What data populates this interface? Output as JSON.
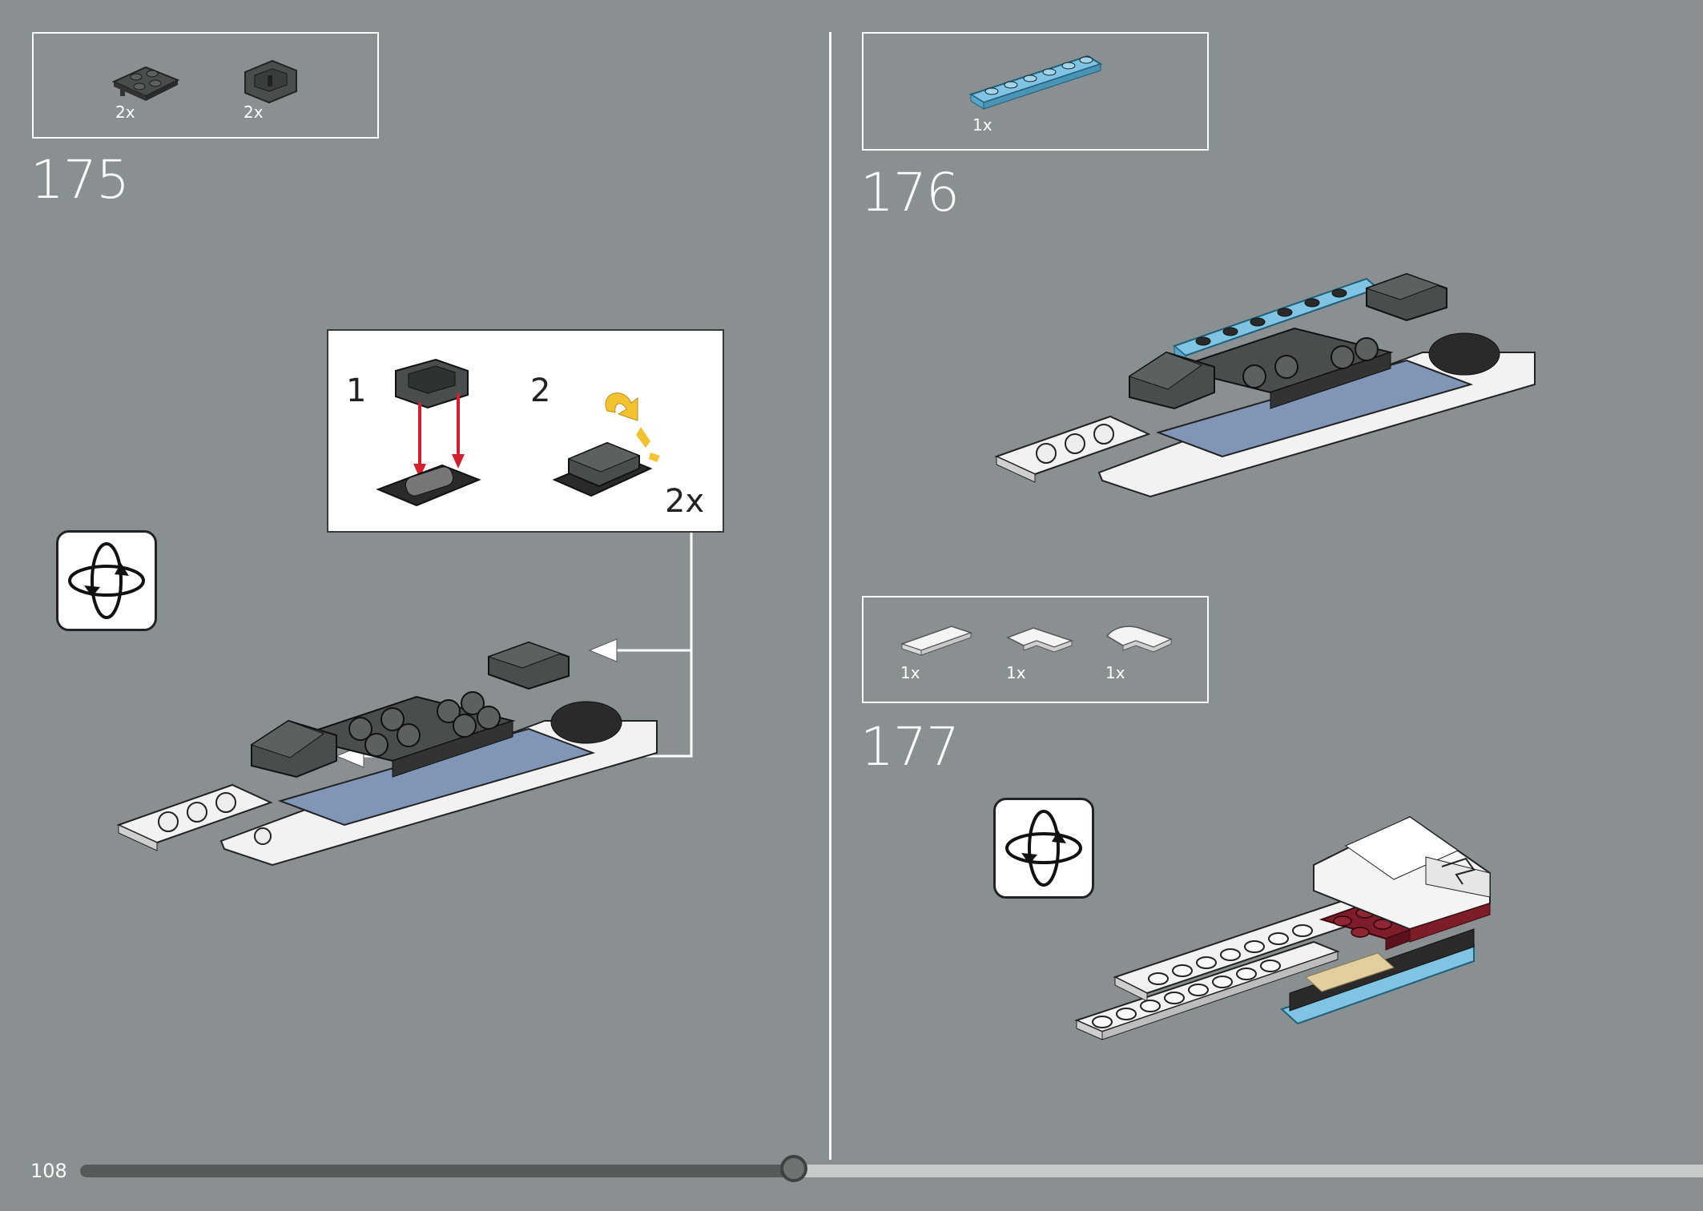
{
  "page": {
    "number": "108"
  },
  "progress": {
    "fraction": 0.44
  },
  "steps": [
    {
      "number": "175",
      "parts": [
        {
          "qty": "2x",
          "icon": "dark-plate-2x2-pin-icon"
        },
        {
          "qty": "2x",
          "icon": "dark-clip-bracket-icon"
        }
      ]
    },
    {
      "number": "176",
      "parts": [
        {
          "qty": "1x",
          "icon": "light-blue-plate-1x6-icon"
        }
      ]
    },
    {
      "number": "177",
      "parts": [
        {
          "qty": "1x",
          "icon": "white-tile-1x4-icon"
        },
        {
          "qty": "1x",
          "icon": "white-corner-tile-icon"
        },
        {
          "qty": "1x",
          "icon": "white-round-corner-tile-icon"
        }
      ]
    }
  ],
  "callout": {
    "sub_steps": [
      {
        "label": "1"
      },
      {
        "label": "2"
      }
    ],
    "multiplier": "2x"
  },
  "colors": {
    "background": "#8a9091",
    "dark_grey": "#4a4d4e",
    "light_blue": "#7fc4e3",
    "sand_blue": "#8196b7",
    "dark_red": "#7e1d2a",
    "tan": "#e2cfa0",
    "arrow_red": "#d3202f",
    "arrow_yellow": "#f2c230"
  }
}
